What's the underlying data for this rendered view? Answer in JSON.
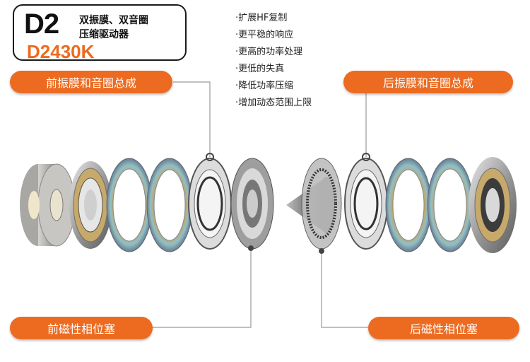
{
  "header": {
    "model": "D2",
    "subtitle_line1": "双振膜、双音圈",
    "subtitle_line2": "压缩驱动器",
    "model_code": "D2430K"
  },
  "features": [
    "·扩展HF复制",
    "·更平稳的响应",
    "·更高的功率处理",
    "·更低的失真",
    "·降低功率压缩",
    "·增加动态范围上限"
  ],
  "callouts": {
    "front_diaphragm": "前振膜和音圈总成",
    "rear_diaphragm": "后振膜和音圈总成",
    "front_phase_plug": "前磁性相位塞",
    "rear_phase_plug": "后磁性相位塞"
  },
  "colors": {
    "accent": "#ec6b21",
    "text": "#111111"
  }
}
